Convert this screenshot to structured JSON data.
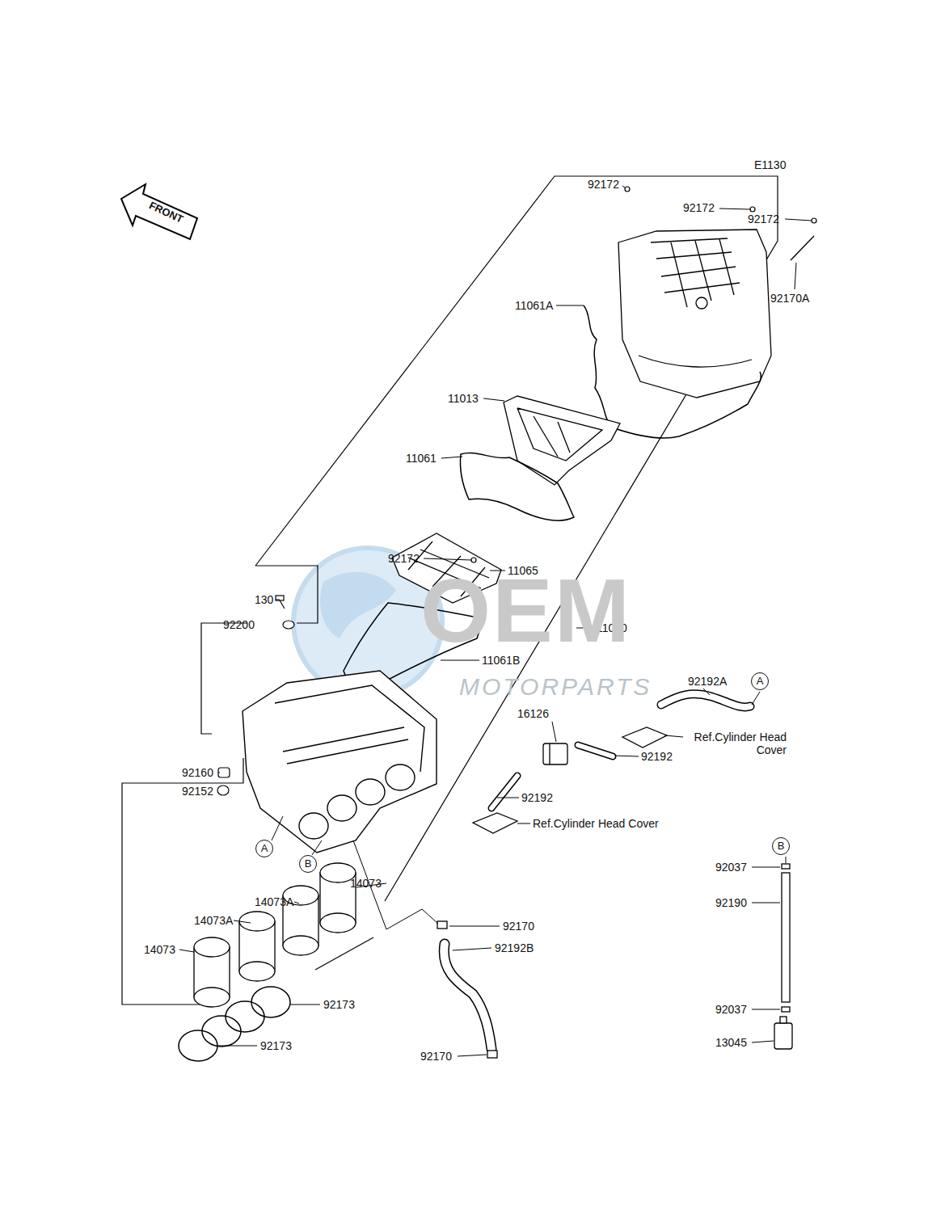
{
  "diagram": {
    "nodes": [
      {
        "text": [
          "A"
        ]
      },
      {
        "text": [
          "B"
        ]
      },
      {
        "text": [
          "A"
        ]
      },
      {
        "text": [
          "B"
        ]
      }
    ],
    "labels": [
      "E1130",
      "FRONT",
      "92172",
      "92172",
      "92172",
      "92170A",
      "11061A",
      "11013",
      "11061",
      "92172",
      "11065",
      "130",
      "92200",
      "11061B",
      "11010",
      "92192A",
      "16126",
      "Ref.Cylinder Head Cover",
      "92192",
      "92192",
      "Ref.Cylinder Head Cover",
      "92160",
      "92152",
      "14073",
      "14073A",
      "14073A",
      "14073",
      "92170",
      "92192B",
      "92173",
      "92173",
      "92170",
      "92037",
      "92190",
      "92037",
      "13045",
      "OEM",
      "MOTORPARTS"
    ]
  }
}
